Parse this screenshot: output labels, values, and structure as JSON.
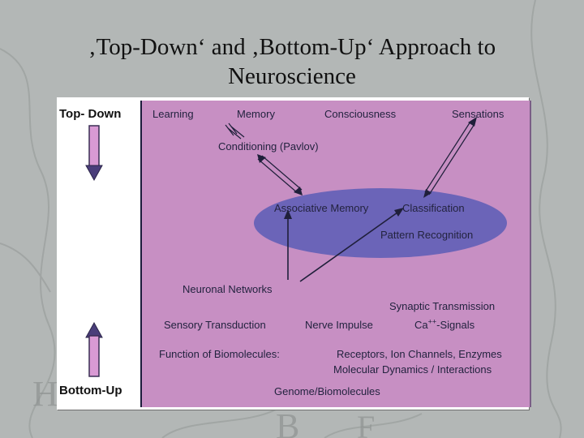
{
  "slide": {
    "title_line1": "‚Top-Down‘ and ‚Bottom-Up‘ Approach to",
    "title_line2": "Neuroscience"
  },
  "axis": {
    "top_label": "Top- Down",
    "bottom_label": "Bottom-Up"
  },
  "nodes": {
    "learning": "Learning",
    "memory": "Memory",
    "consciousness": "Consciousness",
    "sensations": "Sensations",
    "conditioning": "Conditioning (Pavlov)",
    "associative_memory": "Associative Memory",
    "classification": "Classification",
    "pattern_recognition": "Pattern Recognition",
    "neuronal_networks": "Neuronal Networks",
    "synaptic_transmission": "Synaptic Transmission",
    "sensory_transduction": "Sensory Transduction",
    "nerve_impulse": "Nerve Impulse",
    "ca_base": "Ca",
    "ca_superscript": "++",
    "ca_suffix": "-Signals",
    "function_biomolecules": "Function of Biomolecules:",
    "receptors": "Receptors, Ion Channels, Enzymes",
    "molecular_dynamics": "Molecular Dynamics / Interactions",
    "genome": "Genome/Biomolecules"
  },
  "colors": {
    "panel": "#c78fc3",
    "ellipse": "#6b64b8",
    "arrow_fill": "#d99ad4",
    "text": "#23233f"
  }
}
